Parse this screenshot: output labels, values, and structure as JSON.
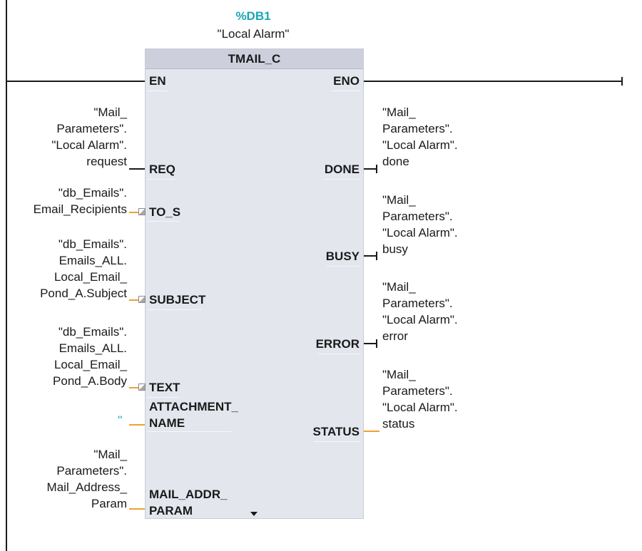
{
  "instance": {
    "db_number": "%DB1",
    "db_name": "\"Local Alarm\""
  },
  "block": {
    "type": "TMAIL_C",
    "expand_icon": "triangle-down-icon"
  },
  "inputs": [
    {
      "pin": "EN",
      "operand": ""
    },
    {
      "pin": "REQ",
      "operand": "\"Mail_\nParameters\".\n\"Local Alarm\".\nrequest"
    },
    {
      "pin": "TO_S",
      "operand": "\"db_Emails\".\nEmail_Recipients"
    },
    {
      "pin": "SUBJECT",
      "operand": "\"db_Emails\".\nEmails_ALL.\nLocal_Email_\nPond_A.Subject"
    },
    {
      "pin": "TEXT",
      "operand": "\"db_Emails\".\nEmails_ALL.\nLocal_Email_\nPond_A.Body"
    },
    {
      "pin": "ATTACHMENT_\nNAME",
      "operand": "''"
    },
    {
      "pin": "MAIL_ADDR_\nPARAM",
      "operand": "\"Mail_\nParameters\".\nMail_Address_\nParam"
    }
  ],
  "outputs": [
    {
      "pin": "ENO",
      "operand": ""
    },
    {
      "pin": "DONE",
      "operand": "\"Mail_\nParameters\".\n\"Local Alarm\".\ndone"
    },
    {
      "pin": "BUSY",
      "operand": "\"Mail_\nParameters\".\n\"Local Alarm\".\nbusy"
    },
    {
      "pin": "ERROR",
      "operand": "\"Mail_\nParameters\".\n\"Local Alarm\".\nerror"
    },
    {
      "pin": "STATUS",
      "operand": "\"Mail_\nParameters\".\n\"Local Alarm\".\nstatus"
    }
  ],
  "colors": {
    "instance_db": "#1aa6b5",
    "bool_wire": "#1a1a1a",
    "data_wire": "#f0a030",
    "block_fill": "#e4e6ee"
  }
}
